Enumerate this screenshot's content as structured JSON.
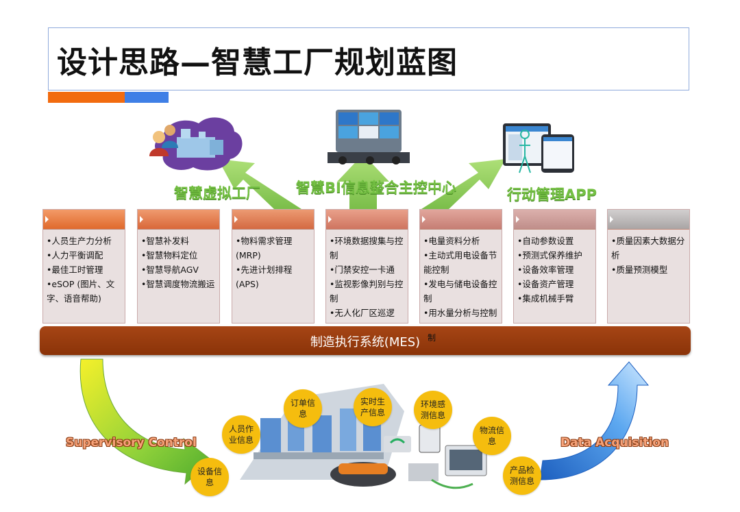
{
  "title": "设计思路—智慧工厂规划蓝图",
  "top_labels": {
    "left": "智慧虚拟工厂",
    "center": "智慧BI信息整合主控中心",
    "right": "行动管理APP"
  },
  "columns": [
    {
      "header_color": "#ec7a3f",
      "items": [
        "•人员生产力分析",
        "•人力平衡调配",
        "•最佳工时管理",
        "•eSOP (图片、文字、语音帮助)"
      ]
    },
    {
      "header_color": "#e27a50",
      "items": [
        "•智慧补发料",
        "•智慧物料定位",
        "•智慧导航AGV",
        "•智慧调度物流搬运"
      ]
    },
    {
      "header_color": "#df7a56",
      "items": [
        "•物料需求管理(MRP)",
        "•先进计划排程(APS)"
      ]
    },
    {
      "header_color": "#d9826a",
      "items": [
        "•环境数据搜集与控制",
        "•门禁安控一卡通",
        "•监视影像判别与控制",
        "•无人化厂区巡逻"
      ]
    },
    {
      "header_color": "#cf8a80",
      "items": [
        "•电量资料分析",
        "•主动式用电设备节能控制",
        "•发电与储电设备控制",
        "•用水量分析与控制"
      ]
    },
    {
      "header_color": "#c99793",
      "items": [
        "•自动参数设置",
        "•预测式保养维护",
        "•设备效率管理",
        "•设备资产管理",
        "•集成机械手臂"
      ]
    },
    {
      "header_color": "#b7b2b2",
      "items": [
        "•质量因素大数据分析",
        "•质量预测模型"
      ]
    }
  ],
  "mes": {
    "label": "制造执行系统(MES)",
    "overflow_text": "制"
  },
  "bubbles": [
    {
      "text": "设备信息"
    },
    {
      "text": "人员作业信息"
    },
    {
      "text": "订单信息"
    },
    {
      "text": "实时生产信息"
    },
    {
      "text": "环境感测信息"
    },
    {
      "text": "物流信息"
    },
    {
      "text": "产品检测信息"
    }
  ],
  "side_labels": {
    "left": "Supervisory Control",
    "right": "Data Acquisition"
  },
  "colors": {
    "accent_orange": "#f26b0f",
    "accent_blue": "#3f7fe6",
    "mes": "#9a3e10",
    "arrow_green": "#7dc242",
    "bubble": "#f5bd0e"
  }
}
